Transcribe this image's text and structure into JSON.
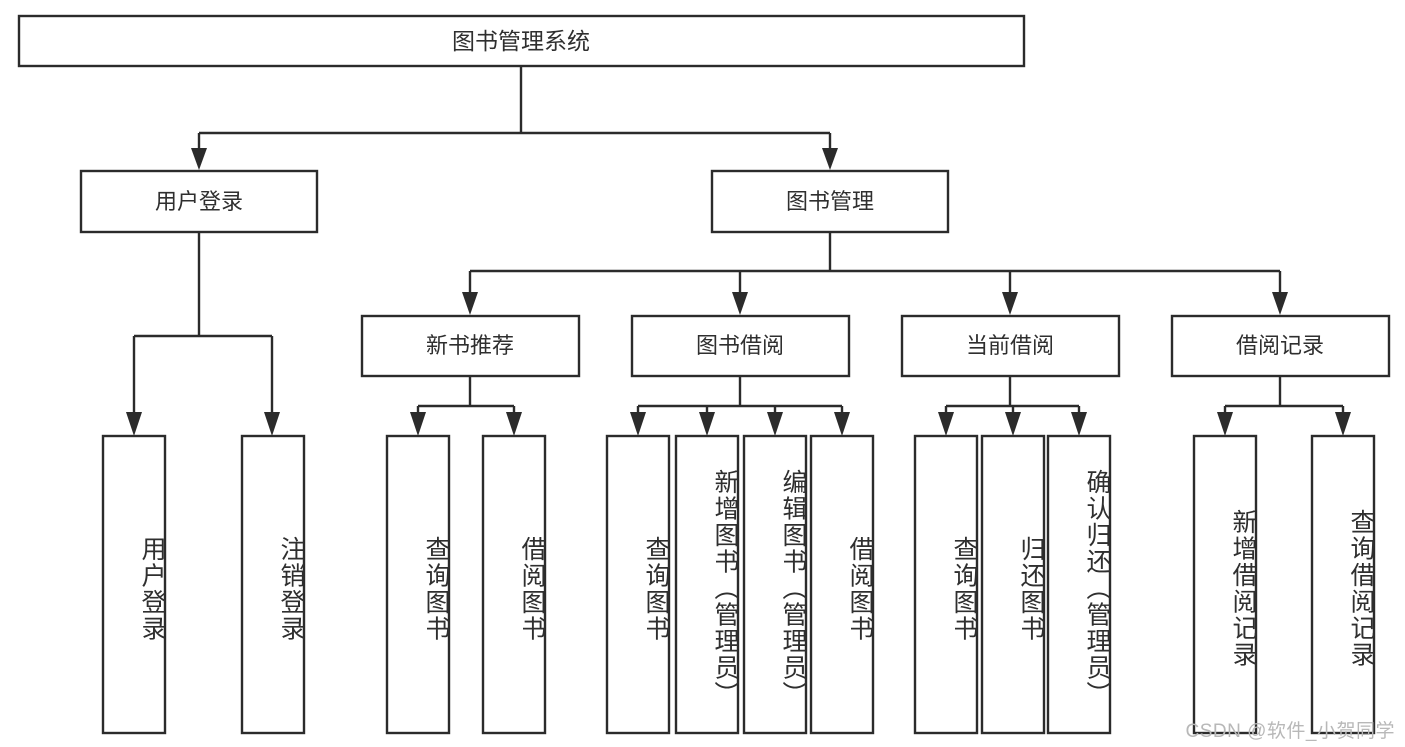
{
  "diagram": {
    "type": "tree-hierarchy-flowchart",
    "title": "图书管理系统",
    "colors": {
      "background": "#ffffff",
      "box_stroke": "#2b2b2b",
      "box_fill": "#ffffff",
      "text": "#2f2f2f",
      "connector": "#2b2b2b",
      "watermark": "#b8b8b8"
    },
    "root": {
      "label": "图书管理系统"
    },
    "level2": [
      {
        "label": "用户登录"
      },
      {
        "label": "图书管理"
      }
    ],
    "level3": [
      {
        "label": "新书推荐"
      },
      {
        "label": "图书借阅"
      },
      {
        "label": "当前借阅"
      },
      {
        "label": "借阅记录"
      }
    ],
    "leaves": {
      "user_login": [
        {
          "label": "用户登录"
        },
        {
          "label": "注销登录"
        }
      ],
      "new_book_recommend": [
        {
          "label": "查询图书"
        },
        {
          "label": "借阅图书"
        }
      ],
      "book_borrow": [
        {
          "label": "查询图书"
        },
        {
          "label": "新增图书（管理员）"
        },
        {
          "label": "编辑图书（管理员）"
        },
        {
          "label": "借阅图书"
        }
      ],
      "current_borrow": [
        {
          "label": "查询图书"
        },
        {
          "label": "归还图书"
        },
        {
          "label": "确认归还（管理员）"
        }
      ],
      "borrow_record": [
        {
          "label": "新增借阅记录"
        },
        {
          "label": "查询借阅记录"
        }
      ]
    }
  },
  "watermark": {
    "text": "CSDN @软件_小贺同学"
  }
}
